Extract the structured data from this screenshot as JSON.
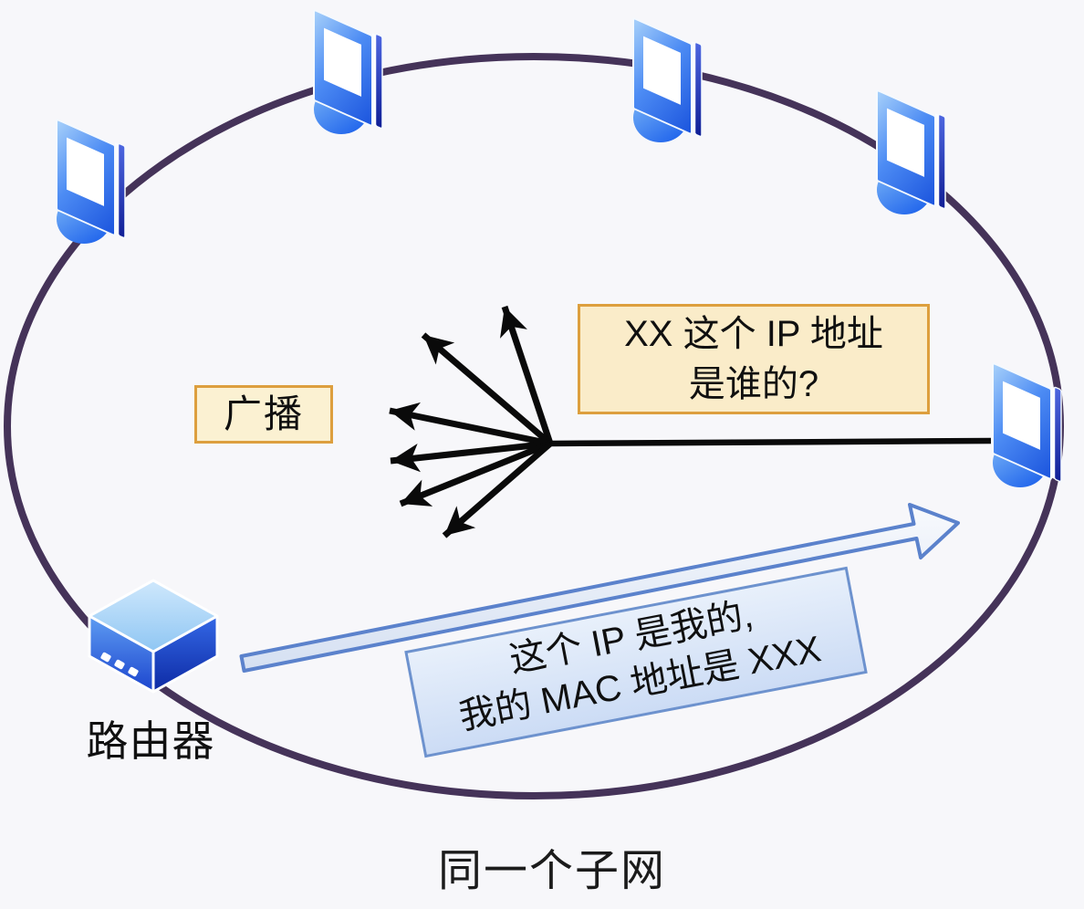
{
  "diagram": {
    "caption": "同一个子网",
    "broadcast_label": "广播",
    "router_label": "路由器",
    "question_box": {
      "line1": "XX 这个 IP 地址",
      "line2": "是谁的?"
    },
    "reply_box": {
      "line1": "这个 IP 是我的,",
      "line2": "我的 MAC 地址是 XXX"
    },
    "nodes": {
      "computer_count": 5,
      "router_count": 1,
      "broadcast_arrow_count": 6
    },
    "colors": {
      "background": "#F7F7FA",
      "subnet_ellipse_stroke": "#453359",
      "computer_blue": "#2B66E8",
      "router_blue": "#1C45CE",
      "yellow_box_bg": "#FAECC9",
      "yellow_box_border": "#DD9F3E",
      "reply_box_bg": "#D9E6F8",
      "reply_box_border": "#6D92CE",
      "reply_arrow_outline": "#5B82CC",
      "broadcast_arrow": "#000000",
      "text": "#101010"
    }
  }
}
